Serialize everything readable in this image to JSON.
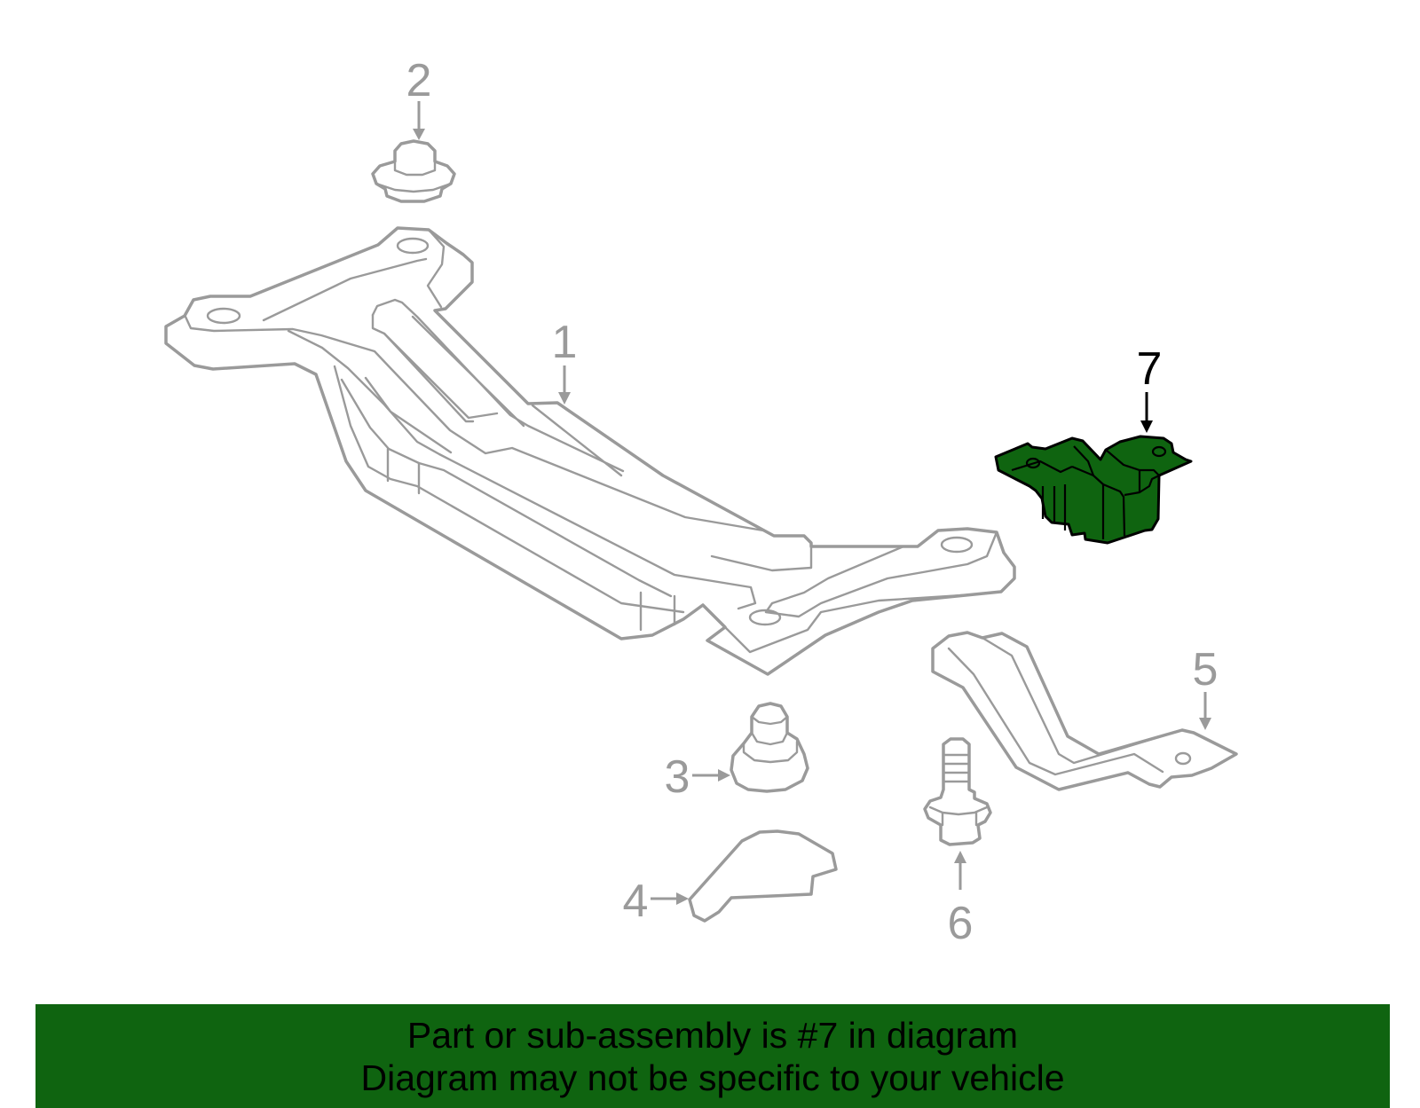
{
  "diagram": {
    "callouts": [
      {
        "id": "1",
        "label": "1"
      },
      {
        "id": "2",
        "label": "2"
      },
      {
        "id": "3",
        "label": "3"
      },
      {
        "id": "4",
        "label": "4"
      },
      {
        "id": "5",
        "label": "5"
      },
      {
        "id": "6",
        "label": "6"
      },
      {
        "id": "7",
        "label": "7"
      }
    ],
    "highlighted_part": "7",
    "colors": {
      "part_line": "#9a9a9a",
      "highlight_fill": "#0f6410",
      "highlight_outline": "#000000",
      "banner_background": "#0f6410"
    }
  },
  "banner": {
    "line1": "Part or sub-assembly is #7 in diagram",
    "line2": "Diagram may not be specific to your vehicle"
  }
}
